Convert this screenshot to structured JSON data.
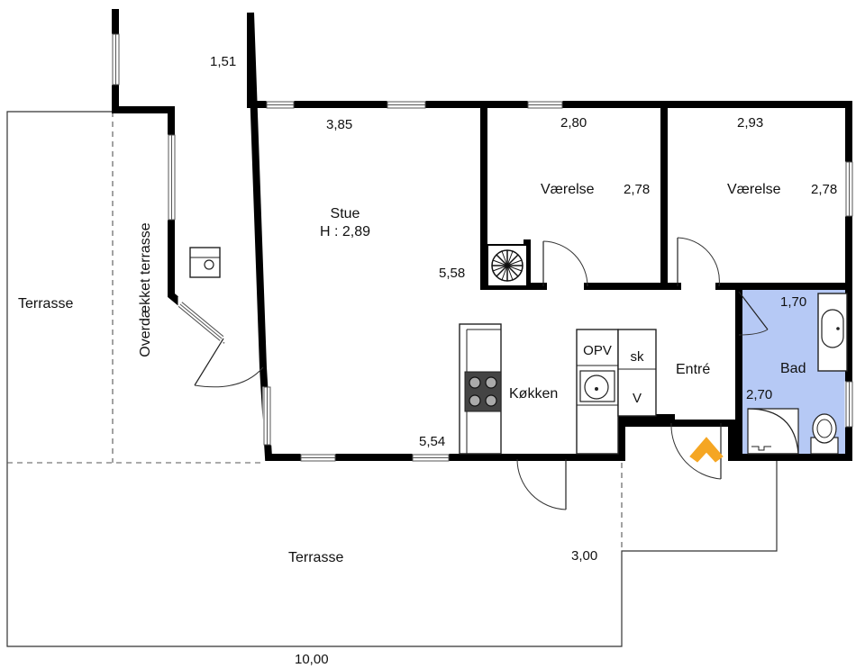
{
  "plan": {
    "rooms": {
      "stue": {
        "name": "Stue",
        "height": "H : 2,89"
      },
      "vaerelse_1": {
        "name": "Værelse"
      },
      "vaerelse_2": {
        "name": "Værelse"
      },
      "koekken": {
        "name": "Køkken"
      },
      "entre": {
        "name": "Entré"
      },
      "bad": {
        "name": "Bad"
      },
      "terrasse_west": {
        "name": "Terrasse"
      },
      "terrasse_south": {
        "name": "Terrasse"
      },
      "overdaekket": {
        "name": "Overdækket terrasse"
      }
    },
    "fixtures": {
      "opv": "OPV",
      "sk": "sk",
      "v": "V"
    },
    "dimensions": {
      "d_1_51": "1,51",
      "d_3_85": "3,85",
      "d_2_80": "2,80",
      "d_2_93": "2,93",
      "d_2_78_a": "2,78",
      "d_2_78_b": "2,78",
      "d_5_58": "5,58",
      "d_1_70": "1,70",
      "d_2_70": "2,70",
      "d_5_54": "5,54",
      "d_3_00": "3,00",
      "d_10_00": "10,00"
    },
    "colors": {
      "walls": "#000000",
      "bathroom": "#b6c9f5",
      "entrance_arrow": "#f5a623"
    }
  }
}
